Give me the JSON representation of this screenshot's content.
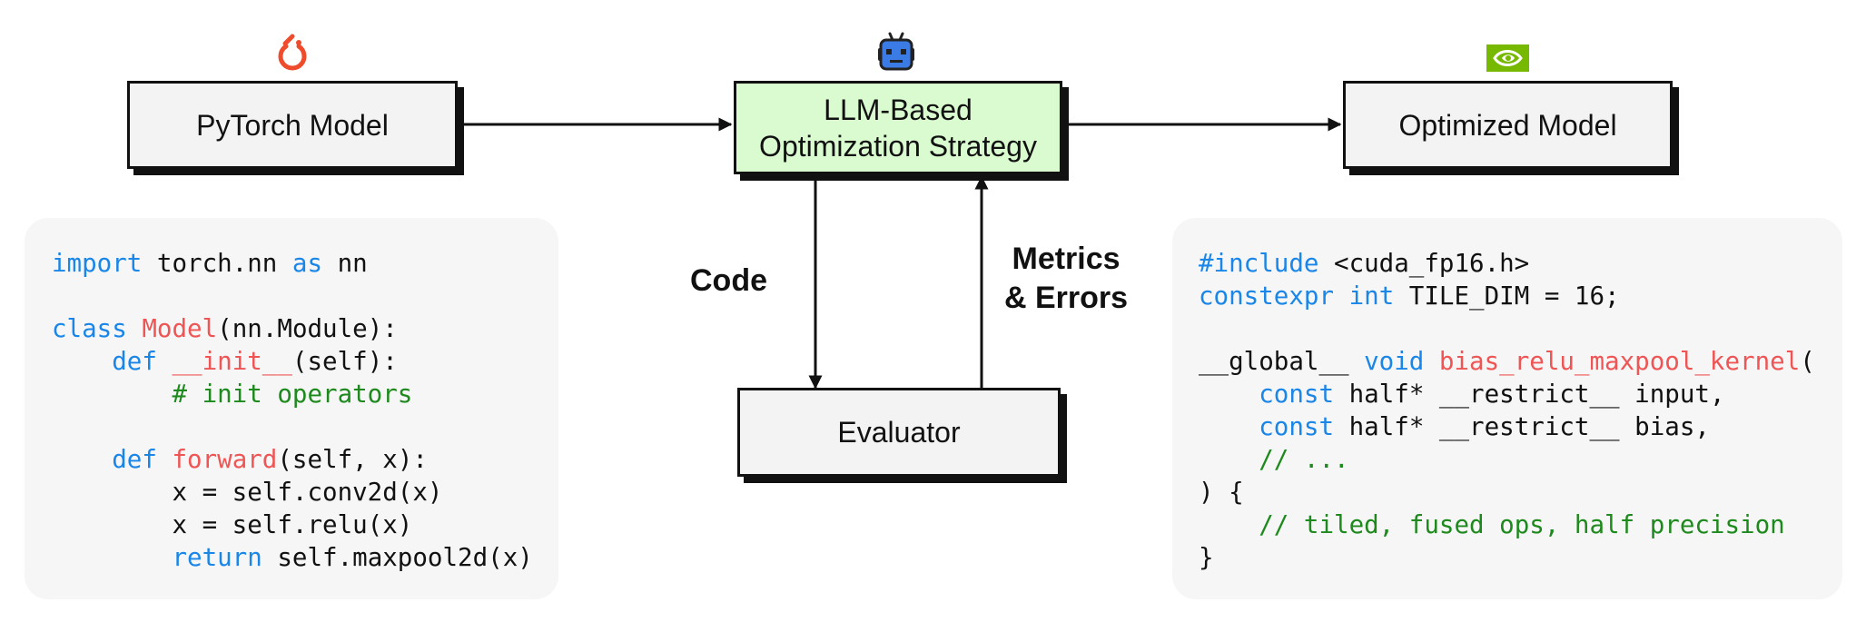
{
  "nodes": {
    "pytorch": "PyTorch Model",
    "llm": [
      "LLM-Based",
      "Optimization Strategy"
    ],
    "optimized": "Optimized Model",
    "evaluator": "Evaluator"
  },
  "edges": {
    "code": "Code",
    "metrics": [
      "Metrics",
      "& Errors"
    ]
  },
  "icons": {
    "left": "pytorch-logo-icon",
    "center": "robot-icon",
    "right": "nvidia-logo-icon"
  },
  "colors": {
    "llm_box": "#d9fbcf",
    "keyword": "#1a86e8",
    "name": "#ef5555",
    "comment": "#1e8a1e",
    "pytorch": "#ee4c2c",
    "nvidia": "#76b900",
    "robot": "#3b7be6"
  },
  "python_code": [
    [
      [
        "kw",
        "import"
      ],
      [
        "t",
        " torch.nn "
      ],
      [
        "kw",
        "as"
      ],
      [
        "t",
        " nn"
      ]
    ],
    [],
    [
      [
        "kw",
        "class"
      ],
      [
        "t",
        " "
      ],
      [
        "nm",
        "Model"
      ],
      [
        "t",
        "(nn.Module):"
      ]
    ],
    [
      [
        "t",
        "    "
      ],
      [
        "kw",
        "def"
      ],
      [
        "t",
        " "
      ],
      [
        "nm",
        "__init__"
      ],
      [
        "t",
        "(self):"
      ]
    ],
    [
      [
        "t",
        "        "
      ],
      [
        "cm",
        "# init operators"
      ]
    ],
    [],
    [
      [
        "t",
        "    "
      ],
      [
        "kw",
        "def"
      ],
      [
        "t",
        " "
      ],
      [
        "nm",
        "forward"
      ],
      [
        "t",
        "(self, x):"
      ]
    ],
    [
      [
        "t",
        "        x = self.conv2d(x)"
      ]
    ],
    [
      [
        "t",
        "        x = self.relu(x)"
      ]
    ],
    [
      [
        "t",
        "        "
      ],
      [
        "kw",
        "return"
      ],
      [
        "t",
        " self.maxpool2d(x)"
      ]
    ]
  ],
  "cuda_code": [
    [
      [
        "kw",
        "#include"
      ],
      [
        "t",
        " <cuda_fp16.h>"
      ]
    ],
    [
      [
        "kw",
        "constexpr"
      ],
      [
        "t",
        " "
      ],
      [
        "kw",
        "int"
      ],
      [
        "t",
        " TILE_DIM = 16;"
      ]
    ],
    [],
    [
      [
        "t",
        "__global__ "
      ],
      [
        "kw",
        "void"
      ],
      [
        "t",
        " "
      ],
      [
        "nm",
        "bias_relu_maxpool_kernel"
      ],
      [
        "t",
        "("
      ]
    ],
    [
      [
        "t",
        "    "
      ],
      [
        "kw",
        "const"
      ],
      [
        "t",
        " half* __restrict__ input,"
      ]
    ],
    [
      [
        "t",
        "    "
      ],
      [
        "kw",
        "const"
      ],
      [
        "t",
        " half* __restrict__ bias,"
      ]
    ],
    [
      [
        "t",
        "    "
      ],
      [
        "cm",
        "// ..."
      ]
    ],
    [
      [
        "t",
        ") {"
      ]
    ],
    [
      [
        "t",
        "    "
      ],
      [
        "cm",
        "// tiled, fused ops, half precision"
      ]
    ],
    [
      [
        "t",
        "}"
      ]
    ]
  ]
}
